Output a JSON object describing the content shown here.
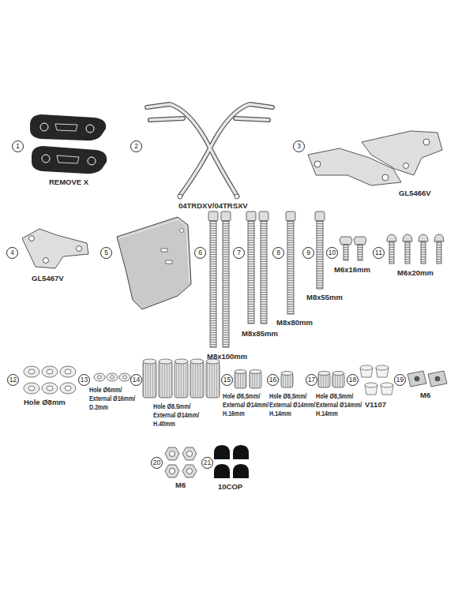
{
  "diagram": {
    "labels": [
      "1",
      "2",
      "3",
      "REMOVE X",
      "04TRDXV/04TRSXV",
      "GL5466V",
      "4",
      "5",
      "GL5467V",
      "6",
      "7",
      "8",
      "9",
      "10",
      "M6x16mm",
      "11",
      "M6x20mm",
      "M8x55mm",
      "M8x80mm",
      "M8x85mm",
      "M8x100mm",
      "12",
      "Hole Ø8mm",
      "13",
      "Hole Ø6mm/ External Ø16mm/ D.2mm",
      "14",
      "Hole Ø8.5mm/ External Ø14mm/ H.40mm",
      "15",
      "Hole Ø8,5mm/ External Ø14mm/ H.16mm",
      "16",
      "Hole Ø8,5mm/ External Ø14mm/ H.14mm",
      "17",
      "Hole Ø8,5mm/ External Ø14mm/ H.14mm",
      "18",
      "V1107",
      "19",
      "M6",
      "20",
      "M6",
      "21",
      "10COP"
    ]
  }
}
